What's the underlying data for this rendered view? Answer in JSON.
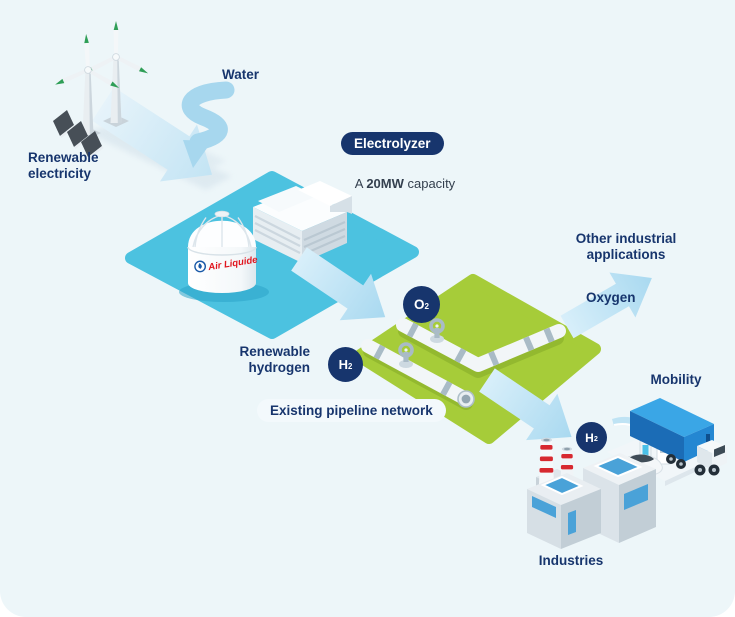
{
  "diagram": {
    "subject": "renewable-hydrogen-production-flow"
  },
  "labels": {
    "renewable_electricity_line1": "Renewable",
    "renewable_electricity_line2": "electricity",
    "water": "Water",
    "electrolyzer": "Electrolyzer",
    "capacity_prefix": "A ",
    "capacity_value": "20MW",
    "capacity_suffix": " capacity",
    "renewable_hydrogen_line1": "Renewable",
    "renewable_hydrogen_line2": "hydrogen",
    "pipeline_badge": "Existing pipeline network",
    "oxygen": "Oxygen",
    "other_industrial_line1": "Other industrial",
    "other_industrial_line2": "applications",
    "mobility": "Mobility",
    "industries": "Industries"
  },
  "badges": {
    "o2_main": "O",
    "o2_sub": "2",
    "h2_pipeline_main": "H",
    "h2_pipeline_sub": "2",
    "h2_distribution_main": "H",
    "h2_distribution_sub": "2"
  },
  "brand": {
    "air_liquide": "Air Liquide"
  },
  "colors": {
    "background": "#edf6f9",
    "navy": "#17356d",
    "text_dark": "#333f4e",
    "platform_blue": "#4cc2e0",
    "platform_green": "#a6cc39",
    "arrow_blue": "#a9d9f0",
    "arrow_blue_light": "#d8effa",
    "arrow_water": "#a7d7ee",
    "truck_blue": "#2487d2",
    "logo_red": "#e0161f",
    "chimney_red": "#d7282f",
    "blade_green": "#2f9e57",
    "window_blue": "#4aa2d8"
  }
}
